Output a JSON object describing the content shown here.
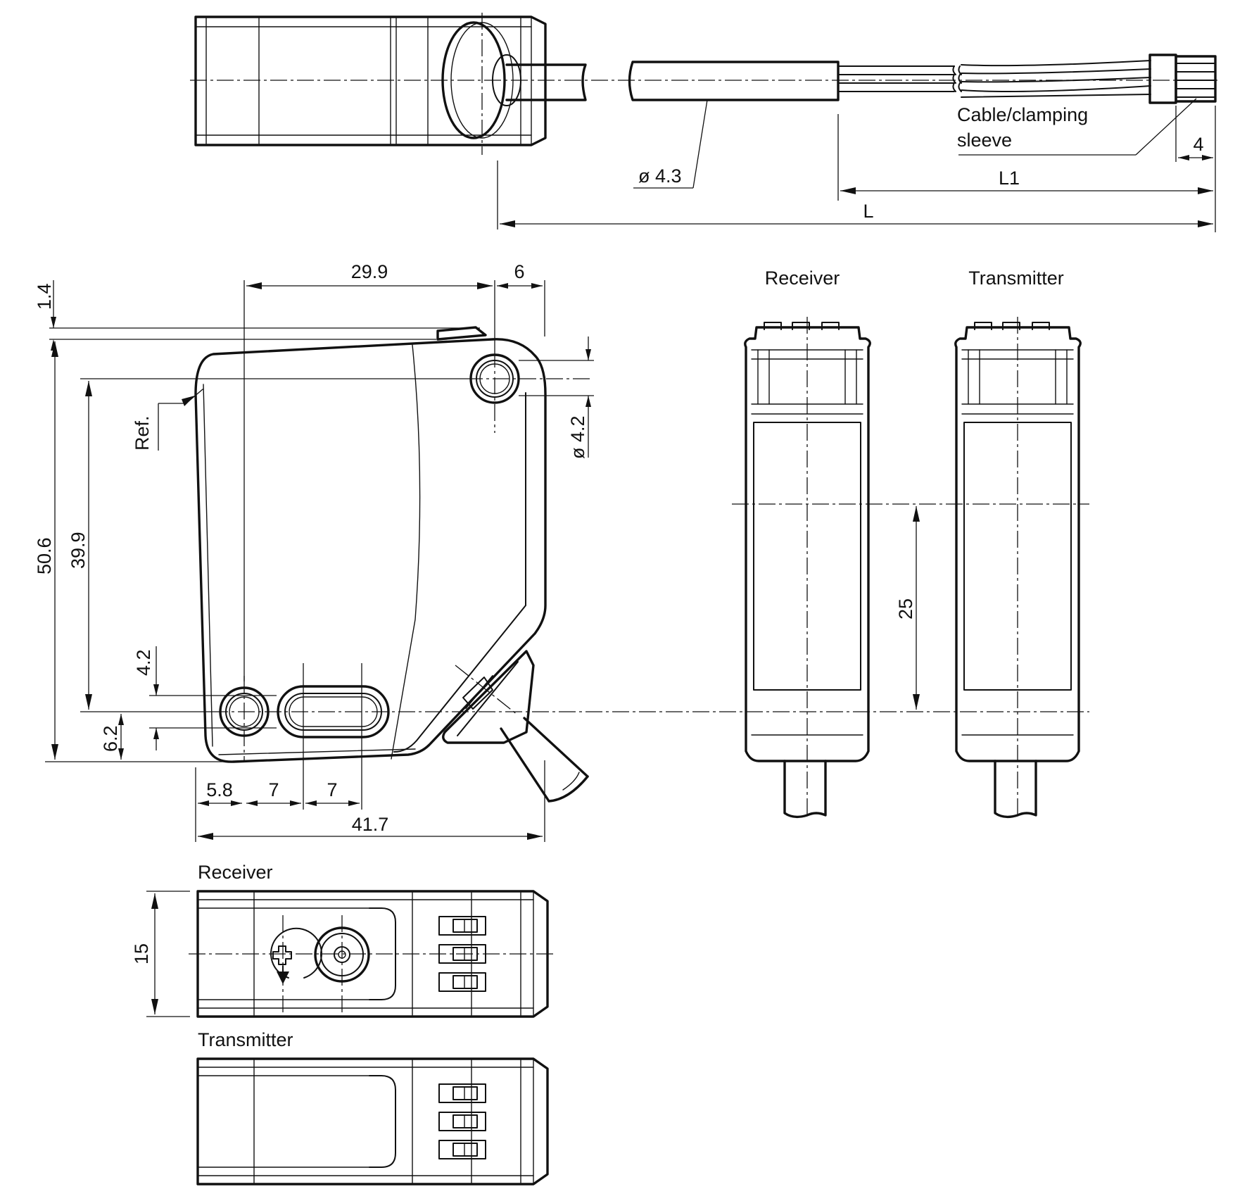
{
  "labels": {
    "cable_sleeve_line1": "Cable/clamping",
    "cable_sleeve_line2": "sleeve",
    "ref": "Ref.",
    "front_receiver": "Receiver",
    "front_transmitter": "Transmitter",
    "bottom_receiver": "Receiver",
    "bottom_transmitter": "Transmitter"
  },
  "dimensions": {
    "cable_diameter": "ø 4.3",
    "sleeve_length": "4",
    "L1": "L1",
    "L": "L",
    "width_to_hole": "29.9",
    "hole_to_edge": "6",
    "top_offset": "1.4",
    "mount_hole_diameter": "ø 4.2",
    "total_height": "50.6",
    "hole_spacing_vertical": "39.9",
    "lens_height": "4.2",
    "bottom_hole_offset": "6.2",
    "left_offset": "5.8",
    "lens_pitch_1": "7",
    "lens_pitch_2": "7",
    "total_width": "41.7",
    "optical_axis_offset": "25",
    "depth": "15"
  }
}
